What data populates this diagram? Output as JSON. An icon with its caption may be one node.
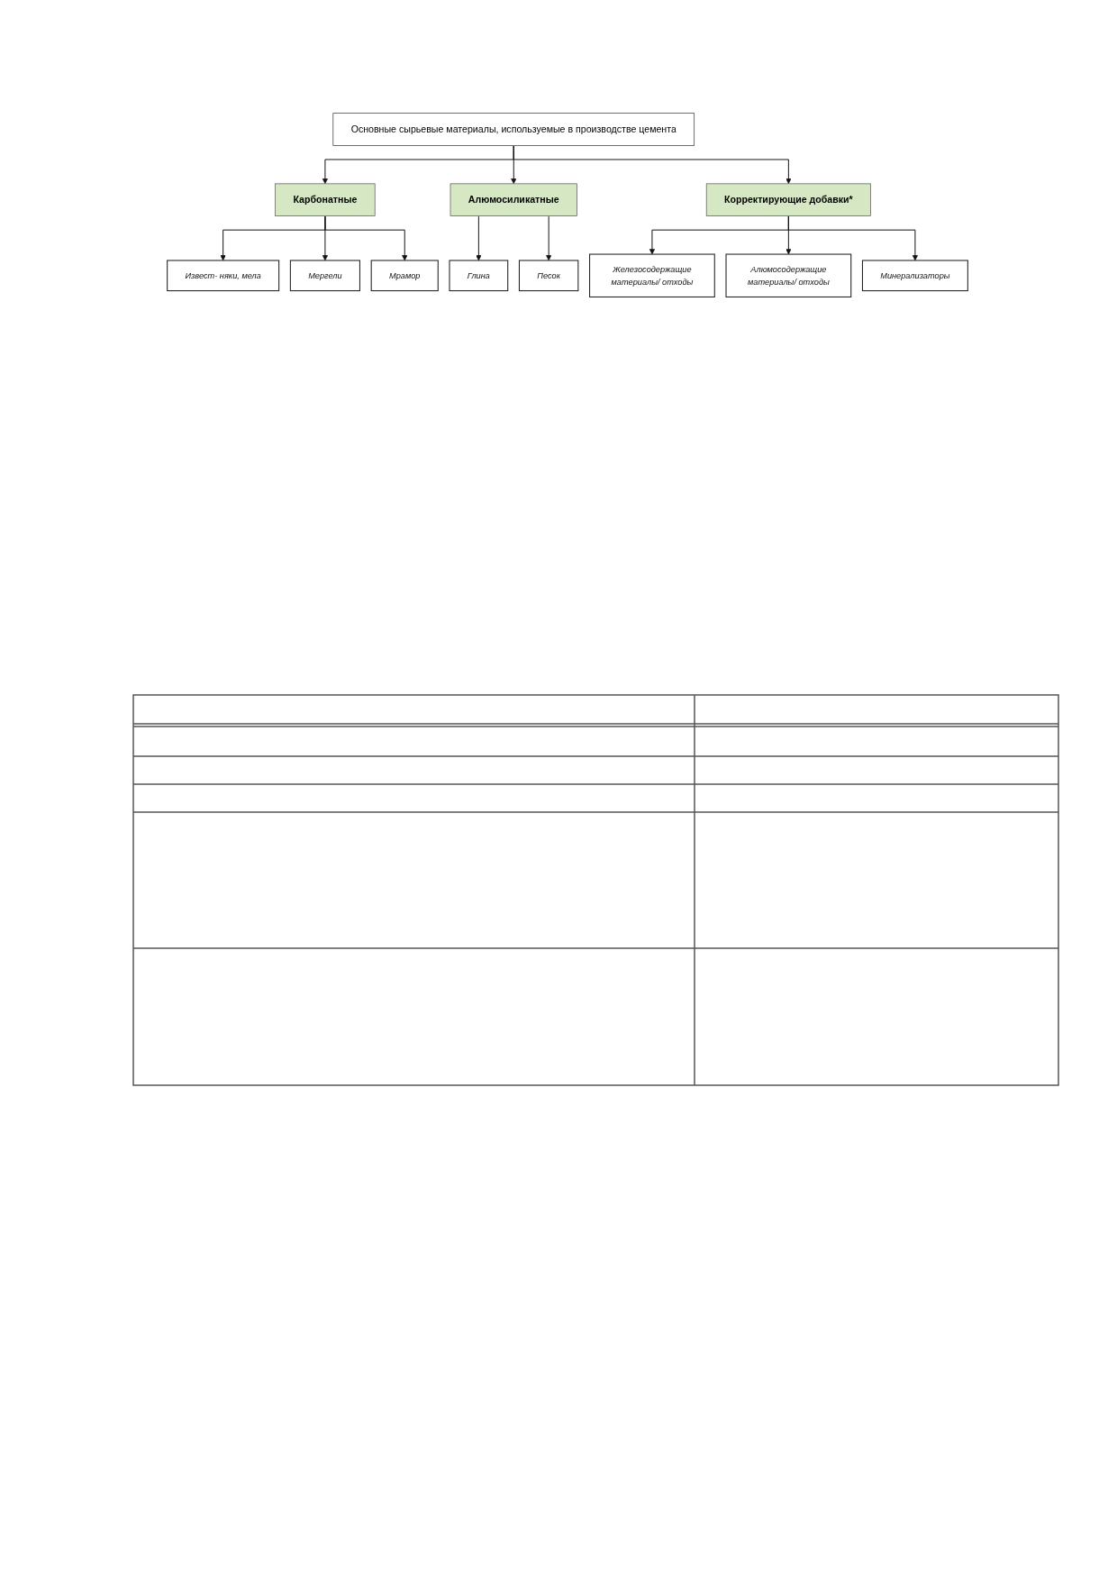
{
  "diagram": {
    "nodes": [
      {
        "text": [
          "Основные сырьевые материалы, используемые в производстве цемента"
        ]
      },
      {
        "text": [
          "Карбонатные"
        ]
      },
      {
        "text": [
          "Алюмосиликатные"
        ]
      },
      {
        "text": [
          "Корректирующие добавки*"
        ]
      },
      {
        "text": [
          "Извест- няки, мела"
        ]
      },
      {
        "text": [
          "Мергели"
        ]
      },
      {
        "text": [
          "Мрамор"
        ]
      },
      {
        "text": [
          "Глина"
        ]
      },
      {
        "text": [
          "Песок"
        ]
      },
      {
        "text": [
          "Железосодержащие материалы/ отходы"
        ]
      },
      {
        "text": [
          "Алюмосодержащие материалы/ отходы"
        ]
      },
      {
        "text": [
          "Минерализаторы"
        ]
      }
    ],
    "edges": [
      {
        "from": 0,
        "to": 1,
        "arrow": "to"
      },
      {
        "from": 0,
        "to": 2,
        "arrow": "to"
      },
      {
        "from": 0,
        "to": 3,
        "arrow": "to"
      },
      {
        "from": 1,
        "to": 4,
        "arrow": "to"
      },
      {
        "from": 1,
        "to": 5,
        "arrow": "to"
      },
      {
        "from": 1,
        "to": 6,
        "arrow": "to"
      },
      {
        "from": 2,
        "to": 7,
        "arrow": "to"
      },
      {
        "from": 2,
        "to": 8,
        "arrow": "to"
      },
      {
        "from": 3,
        "to": 9,
        "arrow": "to"
      },
      {
        "from": 3,
        "to": 10,
        "arrow": "to"
      },
      {
        "from": 3,
        "to": 11,
        "arrow": "to"
      }
    ]
  }
}
